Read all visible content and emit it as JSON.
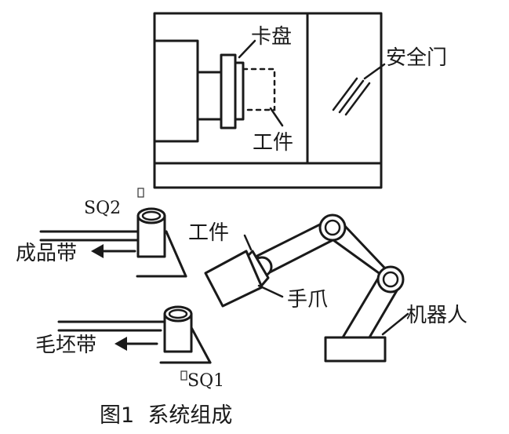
{
  "diagram": {
    "labels": {
      "chuck": "卡盘",
      "workpiece_top": "工件",
      "safety_door": "安全门",
      "sq2": "SQ2",
      "sq1": "SQ1",
      "finished_belt": "成品带",
      "blank_belt": "毛坯带",
      "workpiece_mid": "工件",
      "gripper": "手爪",
      "robot": "机器人"
    },
    "caption": "图1  系统组成"
  }
}
